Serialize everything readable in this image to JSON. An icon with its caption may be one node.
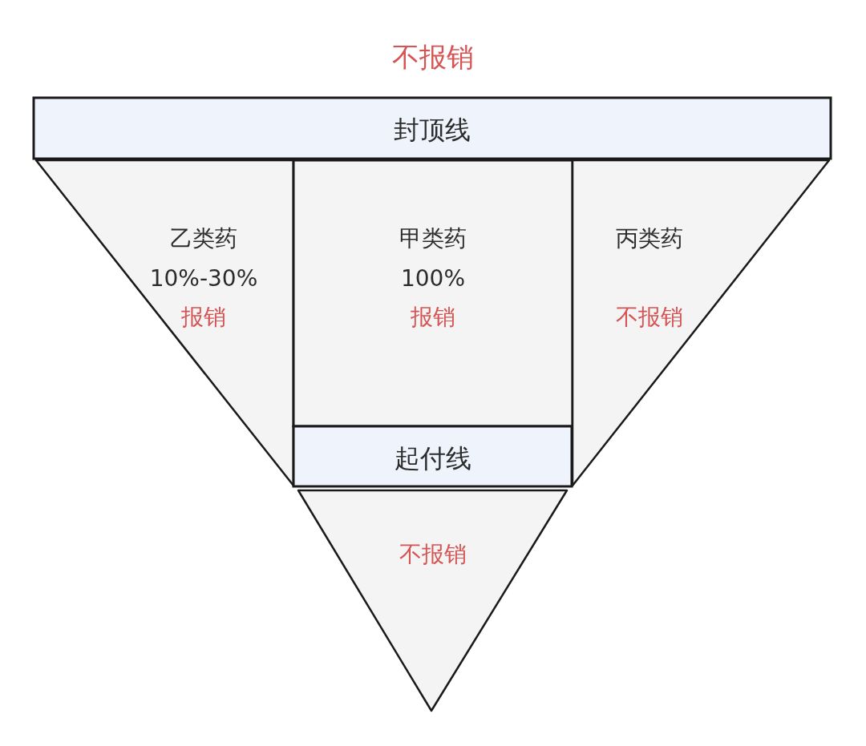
{
  "diagram": {
    "nodes": [
      {
        "text": [
          "封顶线"
        ]
      },
      {
        "text": [
          "乙类药",
          "10%-30%",
          "报销"
        ]
      },
      {
        "text": [
          "甲类药",
          "100%",
          "报销"
        ]
      },
      {
        "text": [
          "丙类药",
          "不报销"
        ]
      },
      {
        "text": [
          "起付线"
        ]
      },
      {
        "text": [
          "不报销"
        ]
      }
    ],
    "labels": [
      "不报销"
    ]
  }
}
